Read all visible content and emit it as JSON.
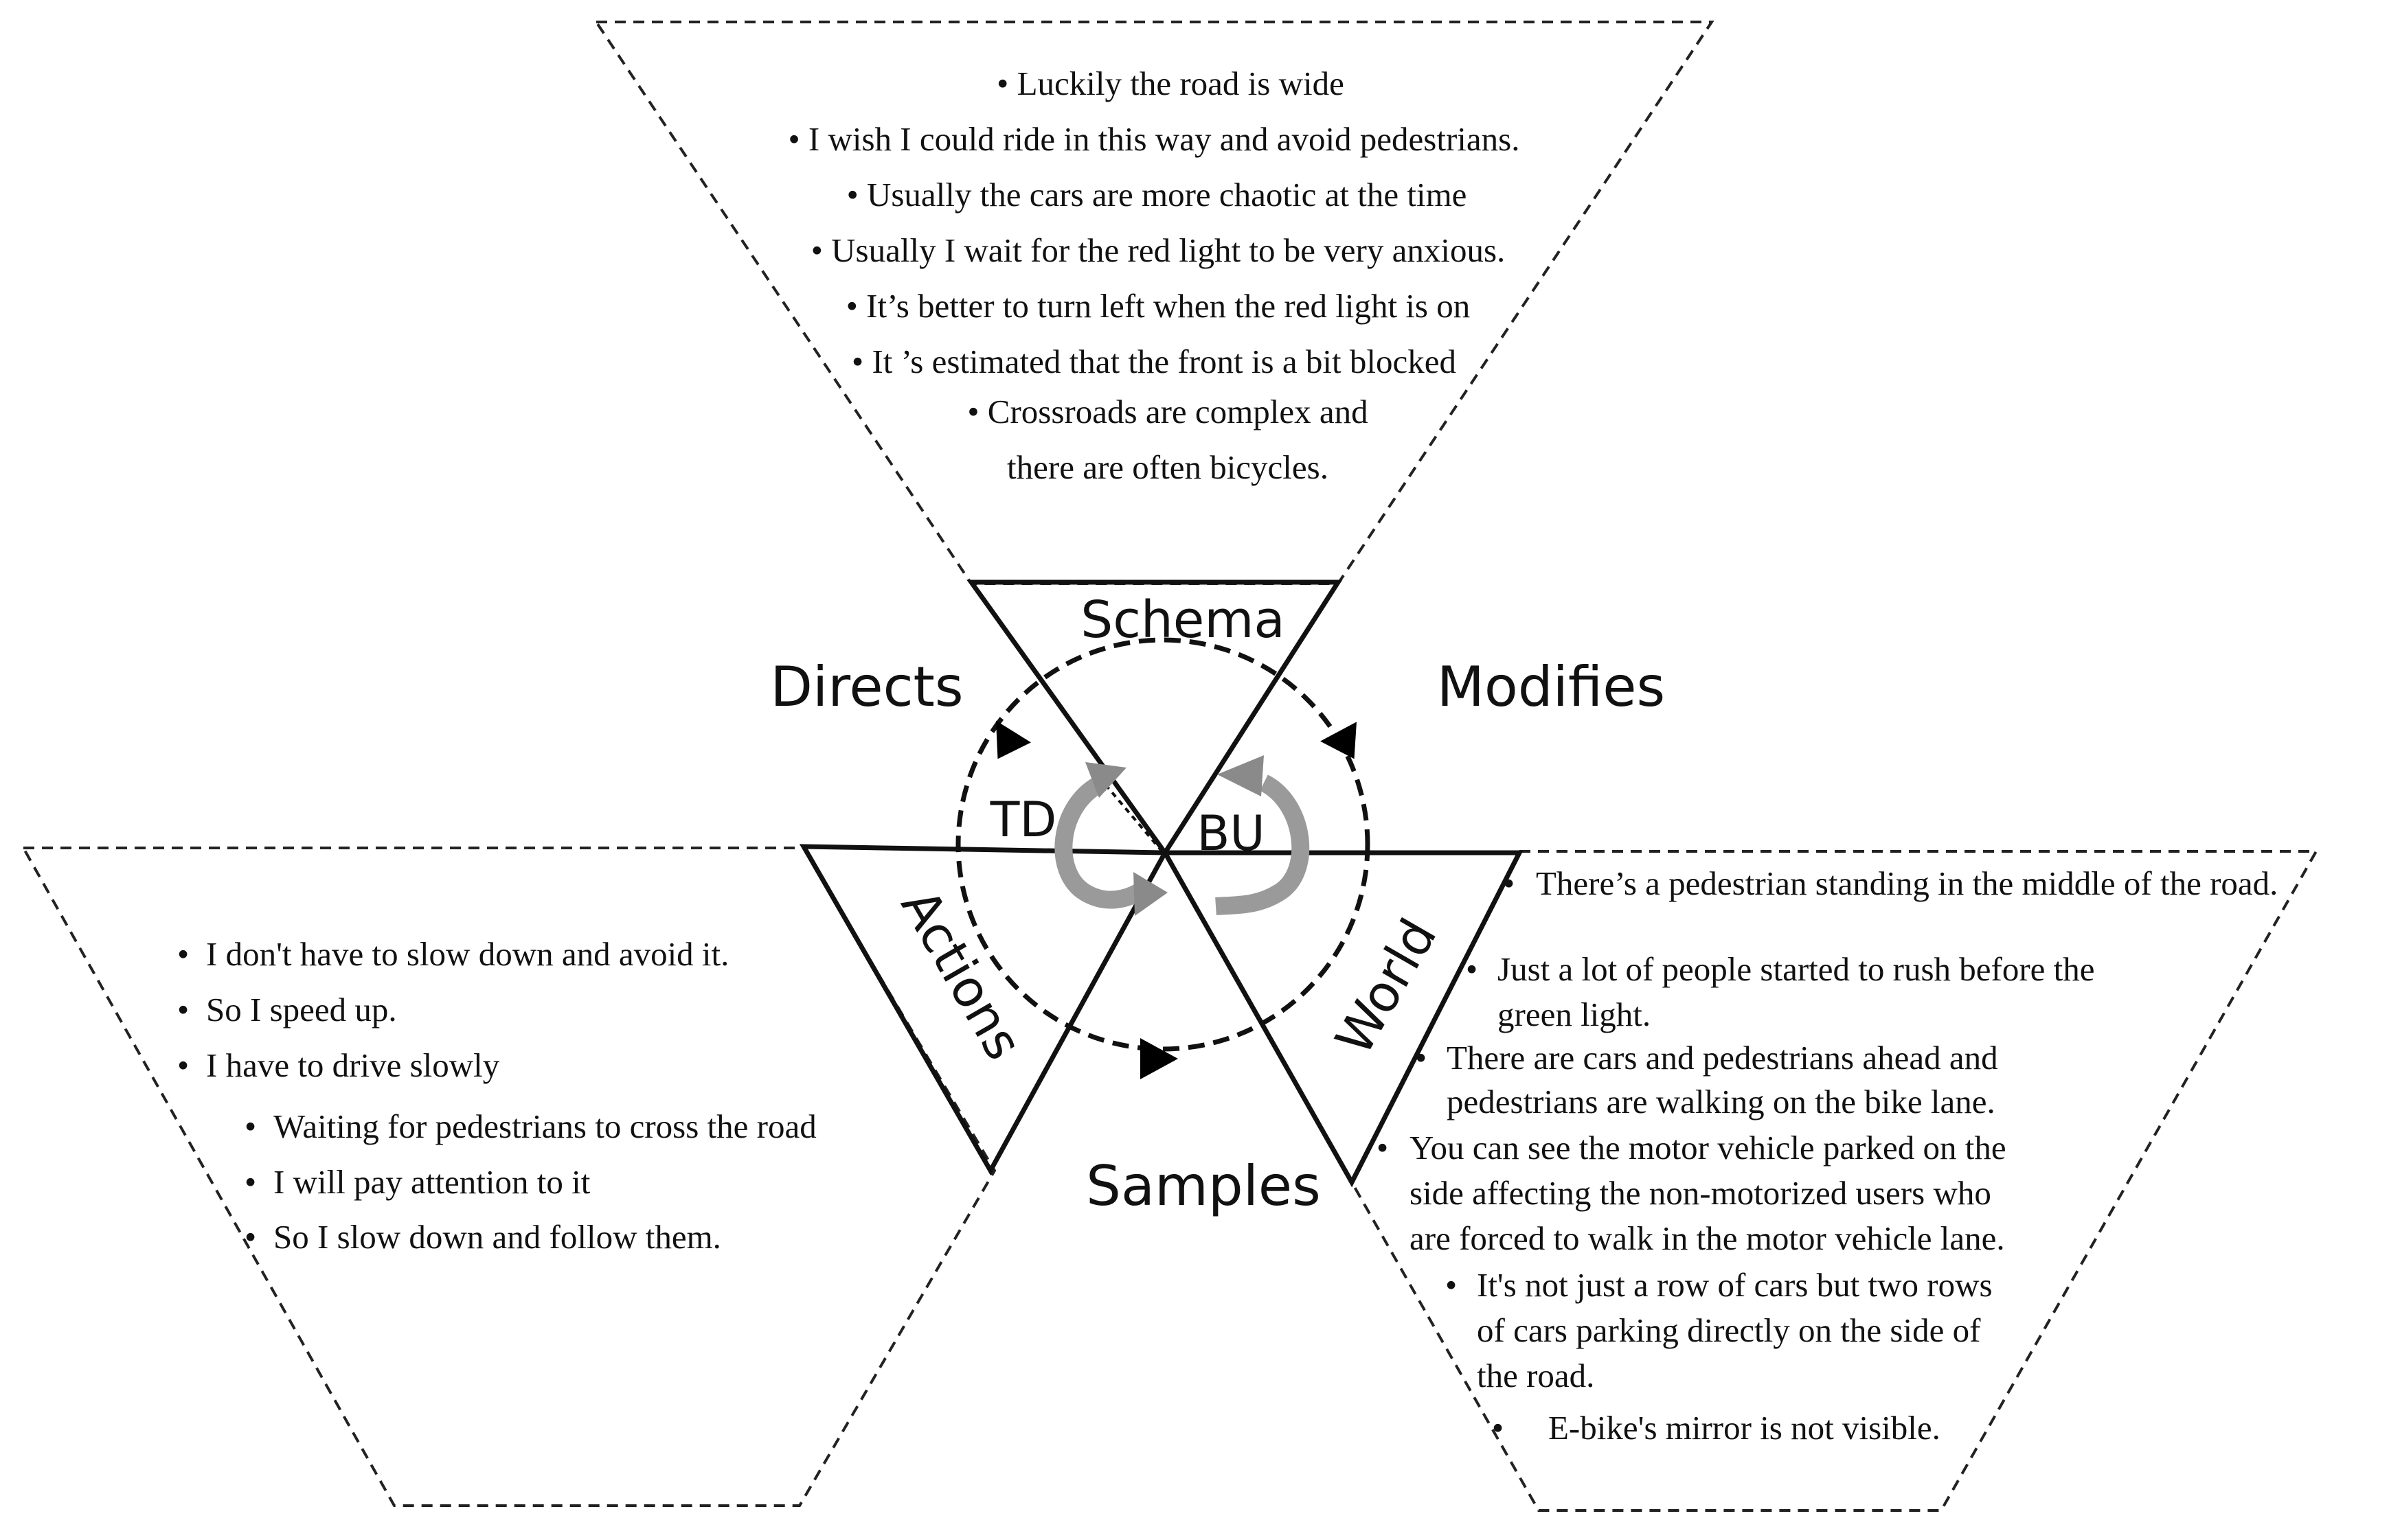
{
  "labels": {
    "schema": "Schema",
    "actions": "Actions",
    "world": "World",
    "directs": "Directs",
    "modifies": "Modifies",
    "samples": "Samples",
    "td": "TD",
    "bu": "BU"
  },
  "schema_panel": {
    "bullet": "•",
    "items": [
      "Luckily the road is wide",
      "I wish I could ride in this way and avoid pedestrians.",
      "Usually the cars are more chaotic at the time",
      "Usually I wait for the red light to be very anxious.",
      "It’s better to turn left when the red light is on",
      "It ’s estimated that the front is a bit blocked",
      "Crossroads are complex and",
      "there are often bicycles."
    ]
  },
  "actions_panel": {
    "items": [
      "I don't have to slow down and avoid it.",
      "So I speed up.",
      "I have to drive slowly",
      "Waiting for pedestrians to cross the road",
      "I will pay attention to it",
      "So I slow down and follow them."
    ]
  },
  "world_panel": {
    "items": [
      "There’s a pedestrian standing in the middle of the road.",
      "Just a lot of people started to rush before the",
      "green light.",
      "There are cars and pedestrians ahead and",
      "pedestrians are walking on the bike lane.",
      "You can see the motor vehicle parked on the",
      "side affecting the non-motorized users who",
      "are forced to walk in the motor vehicle lane.",
      "It's not just a row of cars but two rows",
      "of cars parking directly on the side of",
      "the road.",
      "E-bike's mirror is not visible."
    ]
  }
}
